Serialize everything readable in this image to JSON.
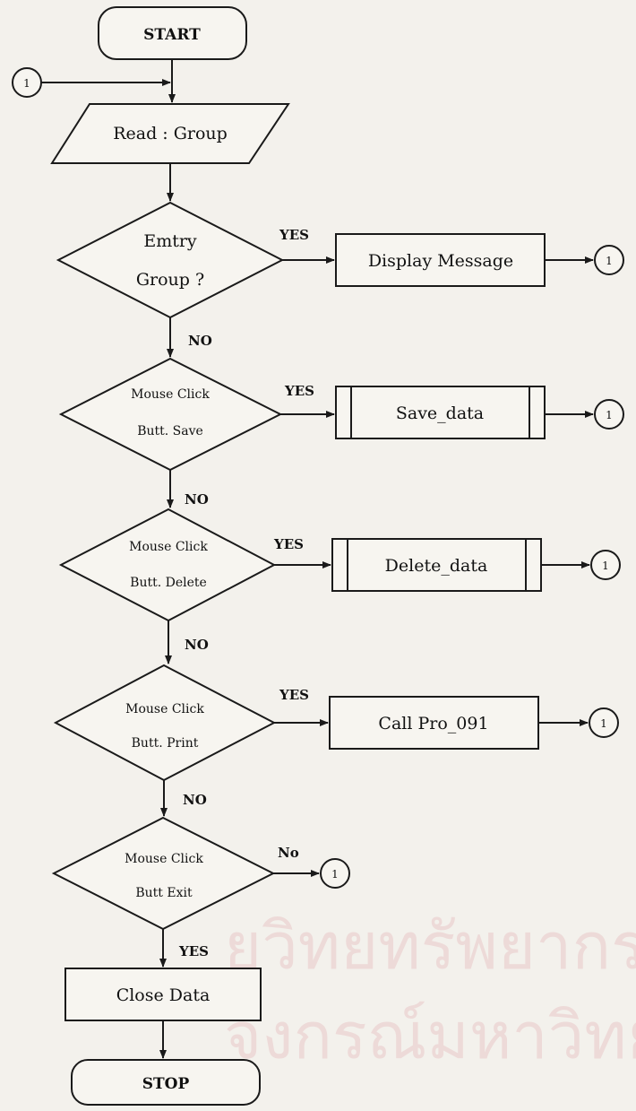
{
  "flowchart": {
    "start": "START",
    "stop": "STOP",
    "read": "Read : Group",
    "decision1": {
      "line1": "Emtry",
      "line2": "Group ?"
    },
    "decision2": {
      "line1": "Mouse Click",
      "line2": "Butt. Save"
    },
    "decision3": {
      "line1": "Mouse Click",
      "line2": "Butt. Delete"
    },
    "decision4": {
      "line1": "Mouse Click",
      "line2": "Butt. Print"
    },
    "decision5": {
      "line1": "Mouse Click",
      "line2": "Butt Exit"
    },
    "display_message": "Display Message",
    "save_data": "Save_data",
    "delete_data": "Delete_data",
    "call_pro": "Call Pro_091",
    "close_data": "Close Data",
    "connector": "1",
    "labels": {
      "yes": "YES",
      "no": "NO",
      "no_mixed": "No"
    }
  },
  "watermark": {
    "line1": "ยวิทยทรัพยากร",
    "line2": "จงกรณ์มหาวิทยาลัย"
  }
}
